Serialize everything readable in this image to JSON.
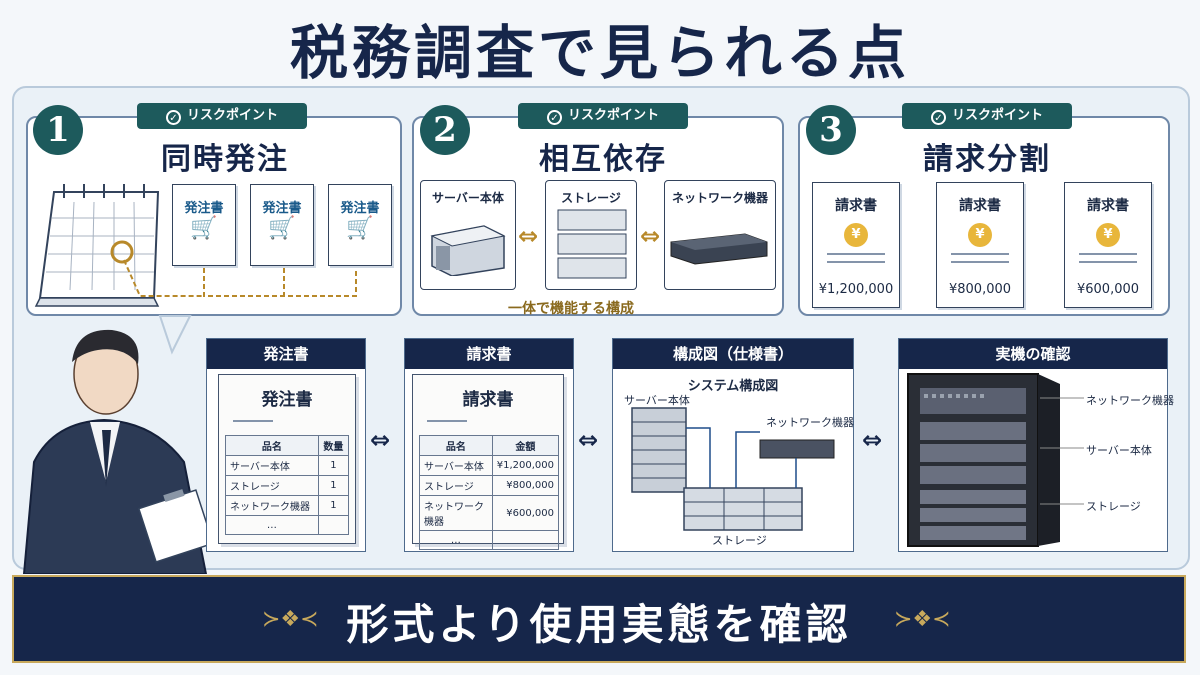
{
  "title": "税務調査で見られる点",
  "risk_label": "リスクポイント",
  "panels": [
    {
      "num": "1",
      "title": "同時発注",
      "docs": [
        "発注書",
        "発注書",
        "発注書"
      ]
    },
    {
      "num": "2",
      "title": "相互依存",
      "devices": [
        "サーバー本体",
        "ストレージ",
        "ネットワーク機器"
      ],
      "caption": "一体で機能する構成"
    },
    {
      "num": "3",
      "title": "請求分割",
      "invoices": [
        {
          "label": "請求書",
          "amount": "¥1,200,000"
        },
        {
          "label": "請求書",
          "amount": "¥800,000"
        },
        {
          "label": "請求書",
          "amount": "¥600,000"
        }
      ]
    }
  ],
  "evidence": {
    "po": {
      "header": "発注書",
      "doc_title": "発注書",
      "col1": "品名",
      "col2": "数量",
      "rows": [
        [
          "サーバー本体",
          "1"
        ],
        [
          "ストレージ",
          "1"
        ],
        [
          "ネットワーク機器",
          "1"
        ]
      ],
      "more": "…"
    },
    "invoice": {
      "header": "請求書",
      "doc_title": "請求書",
      "col1": "品名",
      "col2": "金額",
      "rows": [
        [
          "サーバー本体",
          "¥1,200,000"
        ],
        [
          "ストレージ",
          "¥800,000"
        ],
        [
          "ネットワーク機器",
          "¥600,000"
        ]
      ],
      "more": "…"
    },
    "diagram": {
      "header": "構成図（仕様書）",
      "doc_title": "システム構成図",
      "server": "サーバー本体",
      "network": "ネットワーク機器",
      "storage": "ストレージ"
    },
    "actual": {
      "header": "実機の確認",
      "labels": [
        "ネットワーク機器",
        "サーバー本体",
        "ストレージ"
      ]
    }
  },
  "conclusion": "形式より使用実態を確認",
  "colors": {
    "navy": "#16264a",
    "teal": "#1d5a5c",
    "gold": "#c8a95c"
  }
}
